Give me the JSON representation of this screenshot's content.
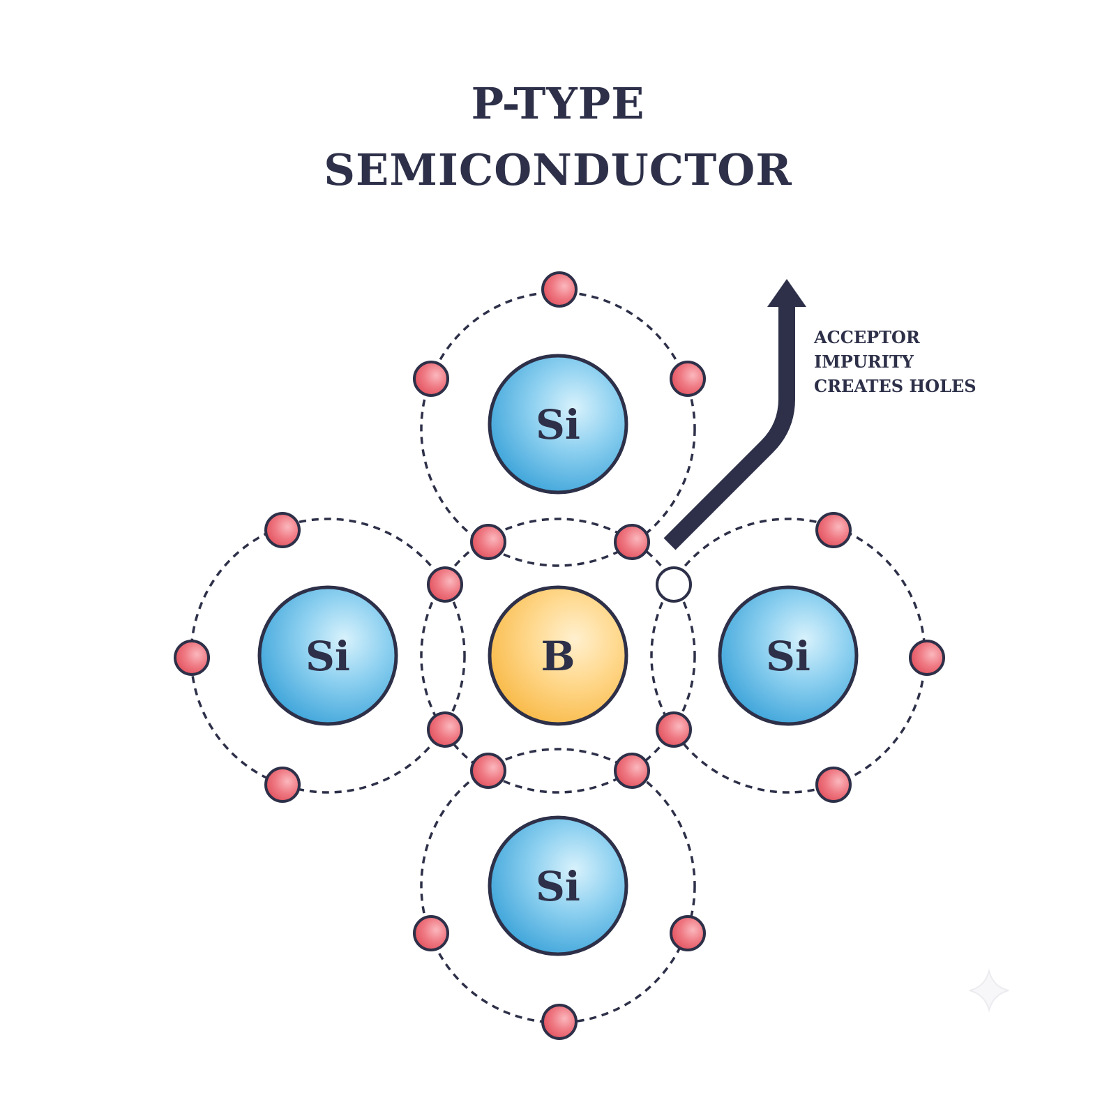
{
  "title": {
    "line1": "P-TYPE",
    "line2": "SEMICONDUCTOR"
  },
  "annotation": {
    "lines": [
      "ACCEPTOR",
      "IMPURITY",
      "CREATES HOLES"
    ]
  },
  "atoms": [
    {
      "id": "top",
      "label": "Si",
      "kind": "silicon"
    },
    {
      "id": "left",
      "label": "Si",
      "kind": "silicon"
    },
    {
      "id": "center",
      "label": "B",
      "kind": "boron"
    },
    {
      "id": "right",
      "label": "Si",
      "kind": "silicon"
    },
    {
      "id": "bottom",
      "label": "Si",
      "kind": "silicon"
    }
  ],
  "icons": {
    "electron": "electron-icon",
    "hole": "hole-icon",
    "arrow": "arrow-up-icon"
  },
  "colors": {
    "ink": "#2d3048",
    "silicon": "#4fb0e0",
    "boron": "#fcc55e",
    "electron": "#ea6470",
    "hole": "#ffffff"
  }
}
